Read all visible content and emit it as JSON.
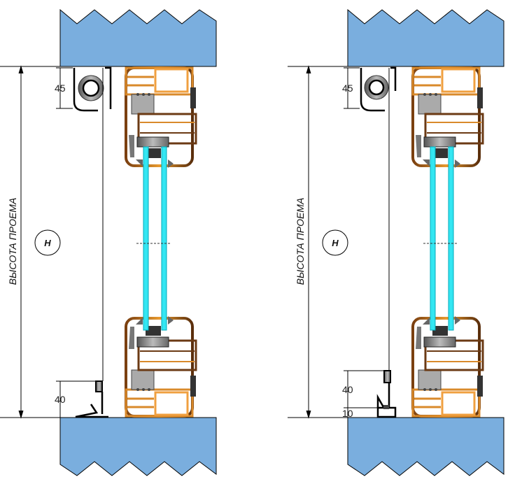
{
  "colors": {
    "wall": "#7aaede",
    "glass": "#33e6f2",
    "profile_warm": "#d98a2b",
    "profile_dark": "#4a2a12",
    "line": "#000000"
  },
  "panels": [
    {
      "name": "left",
      "opening_label": "ВЫСОТА ПРОЕМА",
      "height_symbol": "H",
      "top_dim": "45",
      "bottom_dim": "40"
    },
    {
      "name": "right",
      "opening_label": "ВЫСОТА ПРОЕМА",
      "height_symbol": "H",
      "top_dim": "45",
      "bottom_dim": "40",
      "bottom_dim_extra": "10"
    }
  ]
}
